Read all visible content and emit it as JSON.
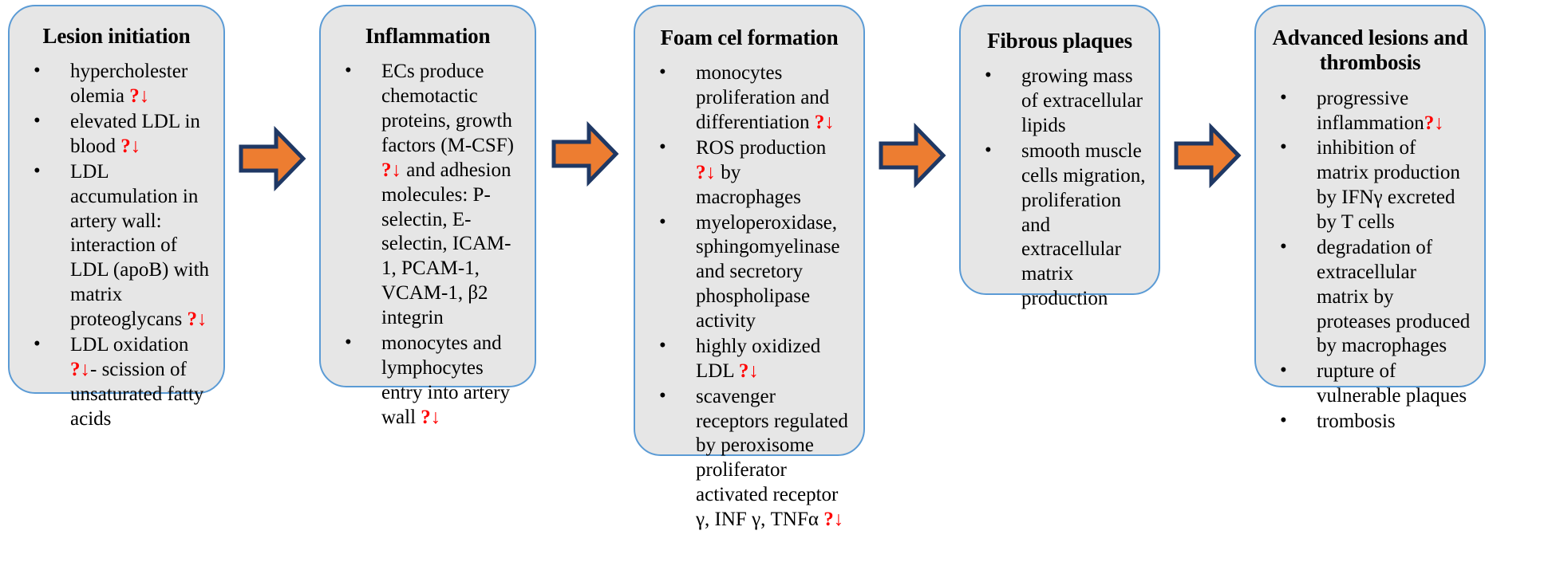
{
  "diagram": {
    "title_hidden": "Atherosclerosis progression stages",
    "colors": {
      "box_fill": "#e6e6e6",
      "box_border": "#5b9bd5",
      "arrow_fill": "#ed7d31",
      "arrow_outline": "#1f3864",
      "marker_red": "#ff0000",
      "text": "#000000"
    },
    "marker_symbol": "?↓",
    "stages": [
      {
        "id": "lesion-initiation",
        "title": "Lesion initiation",
        "bullets": [
          {
            "text": "hypercholester olemia ",
            "mark": "?↓",
            "tail": ""
          },
          {
            "text": "elevated LDL in blood ",
            "mark": "?↓",
            "tail": ""
          },
          {
            "text": "LDL accumulation in artery wall: interaction of LDL (apoB) with matrix proteoglycans ",
            "mark": "?↓",
            "tail": ""
          },
          {
            "text": "LDL oxidation ",
            "mark": "?↓",
            "tail": "- scission of unsaturated fatty acids"
          }
        ]
      },
      {
        "id": "inflammation",
        "title": "Inflammation",
        "bullets": [
          {
            "text": "ECs produce chemotactic proteins, growth factors (M-CSF) ",
            "mark": "?↓",
            "tail": " and adhesion molecules: P-selectin, E-selectin, ICAM-1, PCAM-1, VCAM-1, β2 integrin"
          },
          {
            "text": "monocytes and lymphocytes entry into artery wall  ",
            "mark": "?↓",
            "tail": ""
          }
        ]
      },
      {
        "id": "foam-cell-formation",
        "title": "Foam cel formation",
        "bullets": [
          {
            "text": "monocytes proliferation and differentiation ",
            "mark": "?↓",
            "tail": ""
          },
          {
            "text": "ROS production ",
            "mark": "?↓",
            "tail": " by macrophages"
          },
          {
            "text": "myeloperoxidase, sphingomyelinase and secretory phospholipase activity",
            "mark": "",
            "tail": ""
          },
          {
            "text": "highly oxidized LDL ",
            "mark": "?↓",
            "tail": ""
          },
          {
            "text": "scavenger receptors regulated by peroxisome proliferator activated receptor γ, INF γ, TNFα ",
            "mark": "?↓",
            "tail": ""
          }
        ]
      },
      {
        "id": "fibrous-plaques",
        "title": "Fibrous plaques",
        "bullets": [
          {
            "text": "growing mass of extracellular lipids",
            "mark": "",
            "tail": ""
          },
          {
            "text": "smooth muscle cells migration, proliferation and extracellular matrix production",
            "mark": "",
            "tail": ""
          }
        ]
      },
      {
        "id": "advanced-lesions-and-thrombosis",
        "title": "Advanced lesions and thrombosis",
        "bullets": [
          {
            "text": "progressive inflammation",
            "mark": "?↓",
            "tail": ""
          },
          {
            "text": "inhibition of matrix production by IFNγ excreted by T cells",
            "mark": "",
            "tail": ""
          },
          {
            "text": "degradation of extracellular matrix by proteases produced by macrophages",
            "mark": "",
            "tail": ""
          },
          {
            "text": "rupture of vulnerable plaques",
            "mark": "",
            "tail": ""
          },
          {
            "text": "trombosis",
            "mark": "",
            "tail": ""
          }
        ]
      }
    ],
    "arrows": [
      {
        "id": "arrow-1",
        "from": "lesion-initiation",
        "to": "inflammation"
      },
      {
        "id": "arrow-2",
        "from": "inflammation",
        "to": "foam-cell-formation"
      },
      {
        "id": "arrow-3",
        "from": "foam-cell-formation",
        "to": "fibrous-plaques"
      },
      {
        "id": "arrow-4",
        "from": "fibrous-plaques",
        "to": "advanced-lesions-and-thrombosis"
      }
    ]
  }
}
